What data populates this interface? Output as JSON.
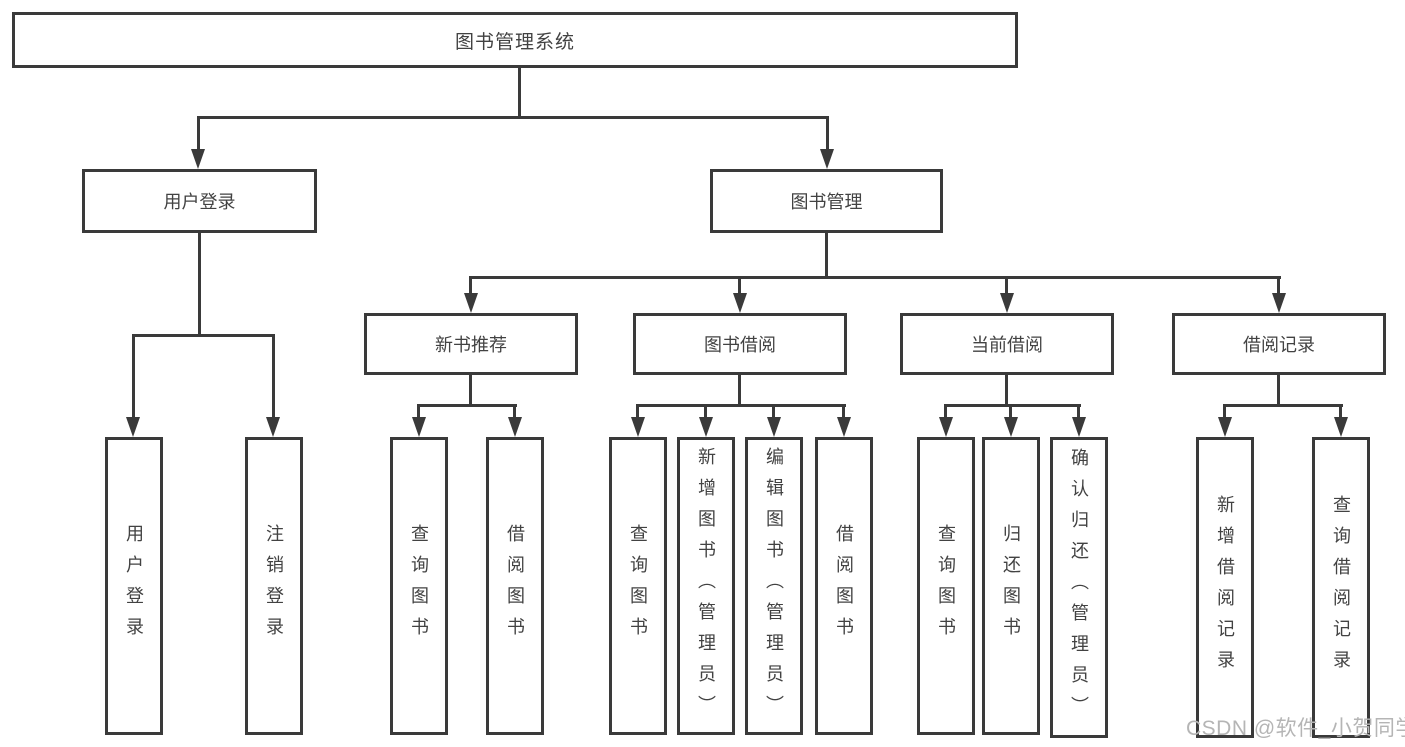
{
  "diagram": {
    "root": {
      "label": "图书管理系统"
    },
    "branches": {
      "user_login": {
        "label": "用户登录"
      },
      "book_management": {
        "label": "图书管理"
      }
    },
    "modules": {
      "new_book_recommend": {
        "label": "新书推荐"
      },
      "book_borrow": {
        "label": "图书借阅"
      },
      "current_borrow": {
        "label": "当前借阅"
      },
      "borrow_record": {
        "label": "借阅记录"
      }
    },
    "functions": {
      "user_login": {
        "label": "用户登录"
      },
      "logout": {
        "label": "注销登录"
      },
      "recommend_query_book": {
        "label": "查询图书"
      },
      "recommend_borrow_book": {
        "label": "借阅图书"
      },
      "borrow_query_book": {
        "label": "查询图书"
      },
      "add_book_admin": {
        "label": "新增图书（管理员）"
      },
      "edit_book_admin": {
        "label": "编辑图书（管理员）"
      },
      "borrow_borrow_book": {
        "label": "借阅图书"
      },
      "current_query_book": {
        "label": "查询图书"
      },
      "return_book": {
        "label": "归还图书"
      },
      "confirm_return_admin": {
        "label": "确认归还（管理员）"
      },
      "add_borrow_record": {
        "label": "新增借阅记录"
      },
      "query_borrow_record": {
        "label": "查询借阅记录"
      }
    }
  },
  "watermark": {
    "text": "CSDN @软件_小贺同学"
  },
  "colors": {
    "line": "#3a3a3a",
    "text": "#424242",
    "watermark": "#b5b5b5",
    "background": "#ffffff"
  }
}
